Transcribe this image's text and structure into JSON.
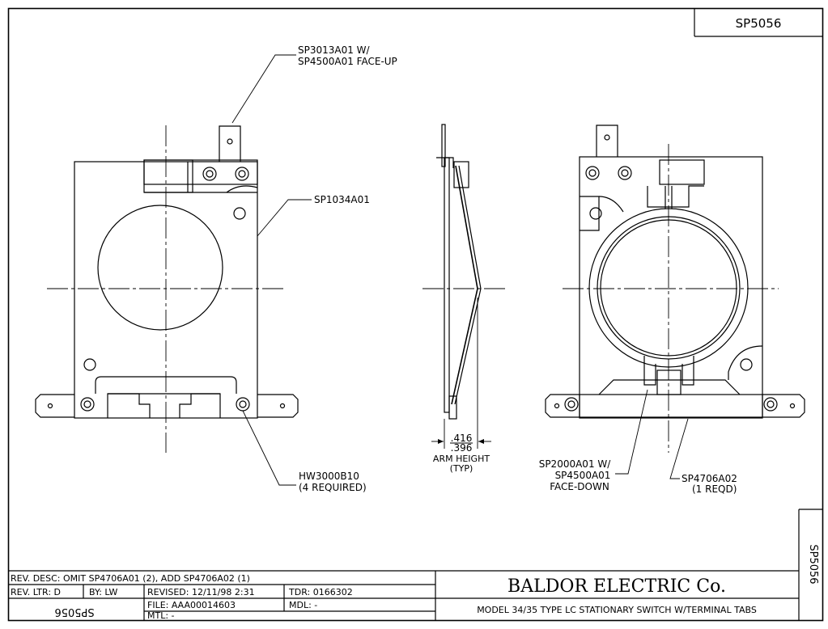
{
  "sheet_id": "SP5056",
  "side_label": "SP5056",
  "callouts": {
    "switch_assembly_line1": "SP3013A01 W/",
    "switch_assembly_line2": "SP4500A01 FACE-UP",
    "frame": "SP1034A01",
    "hardware_line1": "HW3000B10",
    "hardware_line2": "(4 REQUIRED)",
    "dim_value_top": ".416",
    "dim_value_bottom": ".396",
    "dim_label_line1": "ARM HEIGHT",
    "dim_label_line2": "(TYP)",
    "contact_line1": "SP2000A01 W/",
    "contact_line2": "SP4500A01",
    "contact_line3": "FACE-DOWN",
    "tab_line1": "SP4706A02",
    "tab_line2": "(1 REQD)"
  },
  "title_block": {
    "rev_desc": "REV. DESC:  OMIT SP4706A01 (2), ADD SP4706A02 (1)",
    "rev_ltr": "REV. LTR:  D",
    "by": "BY:  LW",
    "revised": "REVISED: 12/11/98  2:31",
    "tdr": "TDR: 0166302",
    "file": "FILE: AAA00014603",
    "mdl": "MDL: -",
    "mtl": "MTL: -",
    "drawing_no_inverted": "SP5056",
    "company": "BALDOR  ELECTRIC  Co.",
    "description": "MODEL 34/35 TYPE LC STATIONARY SWITCH W/TERMINAL TABS"
  }
}
